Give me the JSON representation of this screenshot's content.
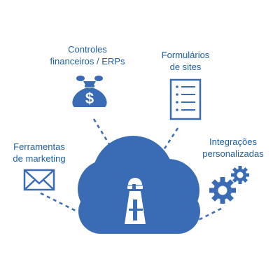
{
  "colors": {
    "primary": "#3a6cb5",
    "text": "#1d5fa5",
    "background": "#ffffff"
  },
  "nodes": {
    "financeiro": {
      "line1": "Controles",
      "line2": "financeiros / ERPs",
      "icon": "money-bag-icon"
    },
    "formularios": {
      "line1": "Formulários",
      "line2": "de sites",
      "icon": "form-document-icon"
    },
    "marketing": {
      "line1": "Ferramentas",
      "line2": "de marketing",
      "icon": "envelope-icon"
    },
    "integracoes": {
      "line1": "Integrações",
      "line2": "personalizadas",
      "icon": "gears-icon"
    }
  },
  "center": {
    "icon": "cloud-icon",
    "emblem": "lighthouse-icon"
  }
}
